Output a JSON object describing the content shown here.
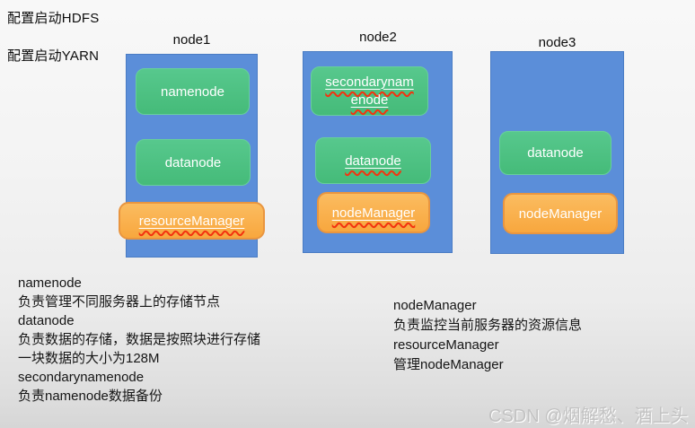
{
  "annotations": {
    "hdfs": "配置启动HDFS",
    "yarn": "配置启动YARN"
  },
  "nodes": [
    {
      "title": "node1",
      "components": [
        {
          "label": "namenode",
          "type": "green",
          "misspelled": false
        },
        {
          "label": "datanode",
          "type": "green",
          "misspelled": false
        },
        {
          "label": "resourceManager",
          "type": "orange",
          "misspelled": true
        }
      ]
    },
    {
      "title": "node2",
      "components": [
        {
          "label": "secondarynamenode",
          "type": "green",
          "misspelled": true
        },
        {
          "label": "datanode",
          "type": "green",
          "misspelled": true
        },
        {
          "label": "nodeManager",
          "type": "orange",
          "misspelled": true
        }
      ]
    },
    {
      "title": "node3",
      "components": [
        {
          "label": "datanode",
          "type": "green",
          "misspelled": false
        },
        {
          "label": "nodeManager",
          "type": "orange",
          "misspelled": false
        }
      ]
    }
  ],
  "notes_left": {
    "lines": [
      "namenode",
      "负责管理不同服务器上的存储节点",
      "datanode",
      "负责数据的存储，数据是按照块进行存储",
      "一块数据的大小为128M",
      "secondarynamenode",
      "负责namenode数据备份"
    ]
  },
  "notes_right": {
    "lines": [
      "nodeManager",
      "负责监控当前服务器的资源信息",
      "resourceManager",
      "管理nodeManager"
    ]
  },
  "watermark": "CSDN @烟解愁、酒上头",
  "colors": {
    "node_fill": "#5b8ed9",
    "node_border": "#4a7cc4",
    "component_green": "#4cc184",
    "component_orange": "#f9ad4b",
    "squiggle_red": "#f3330f",
    "text": "#141414",
    "watermark_gray": "#c2c2c2"
  }
}
